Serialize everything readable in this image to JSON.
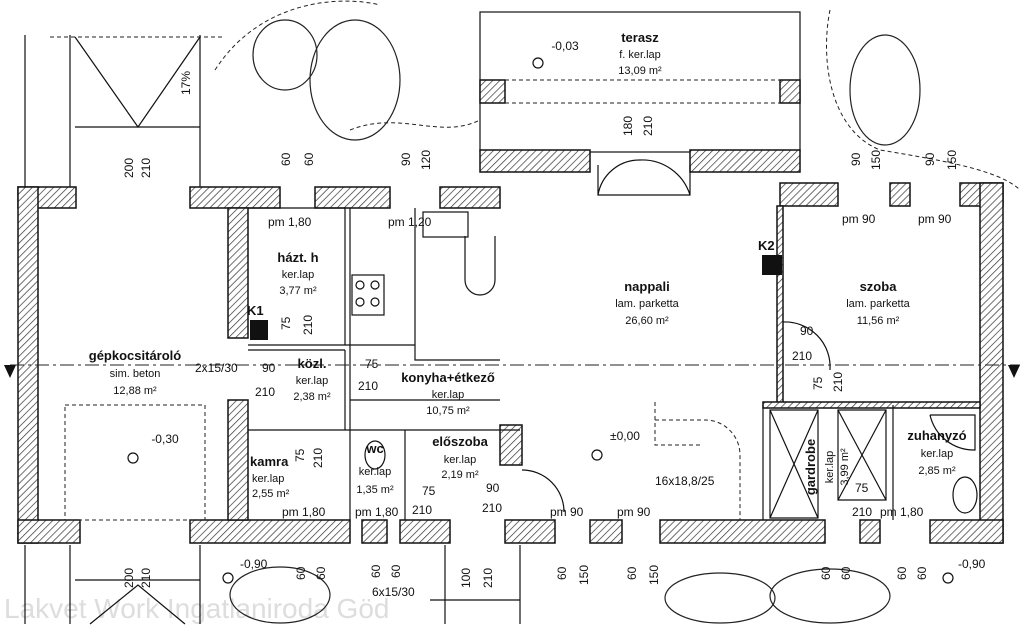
{
  "watermark": "Lakvet Work Ingatlaniroda Göd",
  "rooms": {
    "terasz": {
      "name": "terasz",
      "floor": "f. ker.lap",
      "area": "13,09 m²",
      "level": "-0,03"
    },
    "garage": {
      "name": "gépkocsitároló",
      "floor": "sim. beton",
      "area": "12,88 m²",
      "level": "-0,30"
    },
    "hazt": {
      "name": "házt. h",
      "floor": "ker.lap",
      "area": "3,77 m²"
    },
    "kozl": {
      "name": "közl.",
      "floor": "ker.lap",
      "area": "2,38 m²"
    },
    "konyha": {
      "name": "konyha+étkező",
      "floor": "ker.lap",
      "area": "10,75 m²"
    },
    "kamra": {
      "name": "kamra",
      "floor": "ker.lap",
      "area": "2,55 m²"
    },
    "wc": {
      "name": "wc",
      "floor": "ker.lap",
      "area": "1,35 m²"
    },
    "eloszoba": {
      "name": "előszoba",
      "floor": "ker.lap",
      "area": "2,19 m²"
    },
    "nappali": {
      "name": "nappali",
      "floor": "lam. parketta",
      "area": "26,60 m²",
      "level": "±0,00"
    },
    "szoba": {
      "name": "szoba",
      "floor": "lam. parketta",
      "area": "11,56 m²"
    },
    "gardrobe": {
      "name": "gardrobe",
      "floor": "ker.lap",
      "area": "3,99 m²"
    },
    "zuhanyzo": {
      "name": "zuhanyzó",
      "floor": "ker.lap",
      "area": "2,85 m²"
    }
  },
  "markers": {
    "k1": "K1",
    "k2": "K2",
    "slope": "17%",
    "stairs": "16x18,8/25",
    "steps_front": "6x15/30",
    "steps_garage": "2x15/30",
    "level_left": "-0,90",
    "level_right": "-0,90"
  },
  "sills": [
    "pm 1,80",
    "pm 1,20",
    "pm 90",
    "pm 90",
    "pm 1,80",
    "pm 1,80",
    "pm 90",
    "pm 90",
    "pm 1,80"
  ],
  "dims": [
    "200",
    "210",
    "60",
    "60",
    "90",
    "120",
    "180",
    "210",
    "90",
    "150",
    "90",
    "150",
    "75",
    "210",
    "90",
    "210",
    "75",
    "210",
    "75",
    "210",
    "75",
    "210",
    "90",
    "210",
    "90",
    "210",
    "75",
    "210",
    "75",
    "210",
    "200",
    "210",
    "60",
    "60",
    "60",
    "60",
    "100",
    "210",
    "60",
    "150",
    "60",
    "150",
    "60",
    "60",
    "60",
    "60"
  ]
}
